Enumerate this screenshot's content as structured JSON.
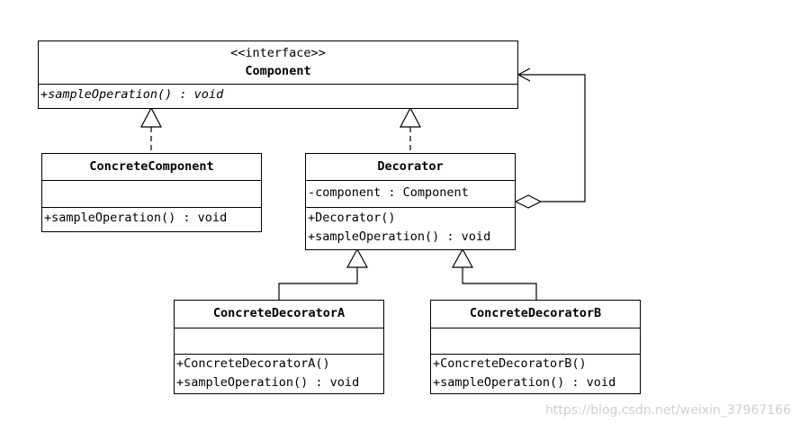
{
  "component": {
    "stereotype": "<<interface>>",
    "name": "Component",
    "operations": [
      "+sampleOperation() : void"
    ]
  },
  "concrete_component": {
    "name": "ConcreteComponent",
    "operations": [
      "+sampleOperation() : void"
    ]
  },
  "decorator": {
    "name": "Decorator",
    "attributes": [
      "-component : Component"
    ],
    "operations": [
      "+Decorator()",
      "+sampleOperation() : void"
    ]
  },
  "concrete_decorator_a": {
    "name": "ConcreteDecoratorA",
    "operations": [
      "+ConcreteDecoratorA()",
      "+sampleOperation() : void"
    ]
  },
  "concrete_decorator_b": {
    "name": "ConcreteDecoratorB",
    "operations": [
      "+ConcreteDecoratorB()",
      "+sampleOperation() : void"
    ]
  },
  "watermark": "https://blog.csdn.net/weixin_37967166"
}
